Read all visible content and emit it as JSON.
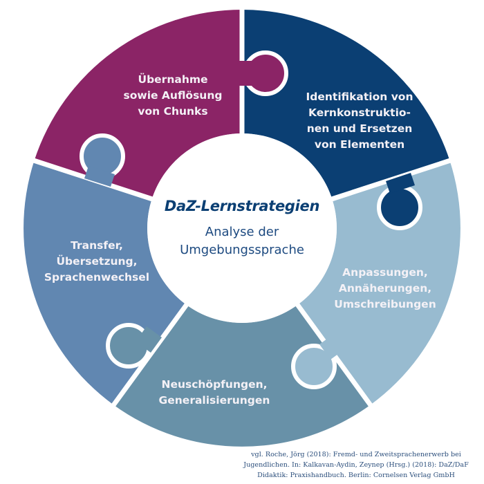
{
  "center": {
    "title": "DaZ-Lernstrategien",
    "subtitle_lines": [
      "Analyse der",
      "Umgebungssprache"
    ]
  },
  "segments": [
    {
      "id": "top-left",
      "color": "#8b2466",
      "lines": [
        "Übernahme",
        "sowie Auflösung",
        "von Chunks"
      ]
    },
    {
      "id": "top-right",
      "color": "#0b3f73",
      "lines": [
        "Identifikation von",
        "Kernkonstruktio-",
        "nen und Ersetzen",
        "von Elementen"
      ]
    },
    {
      "id": "right",
      "color": "#98bbd0",
      "lines": [
        "Anpassungen,",
        "Annäherungen,",
        "Umschreibungen"
      ]
    },
    {
      "id": "bottom",
      "color": "#6891a8",
      "lines": [
        "Neuschöpfungen,",
        "Generalisierungen"
      ]
    },
    {
      "id": "left",
      "color": "#6187b1",
      "lines": [
        "Transfer,",
        "Übersetzung,",
        "Sprachenwechsel"
      ]
    }
  ],
  "citation": {
    "lines": [
      "vgl. Roche, Jörg (2018): Fremd- und Zweitsprachenerwerb bei",
      "Jugendlichen. In: Kalkavan-Aydin, Zeynep (Hrsg.) (2018): DaZ/DaF",
      "Didaktik: Praxishandbuch. Berlin: Cornelsen Verlag GmbH"
    ]
  },
  "colors": {
    "purple": "#8b2466",
    "navy": "#0b3f73",
    "light_blue": "#98bbd0",
    "teal_blue": "#6891a8",
    "steel_blue": "#6187b1",
    "separator": "#ffffff",
    "title_text": "#0b3f73"
  }
}
